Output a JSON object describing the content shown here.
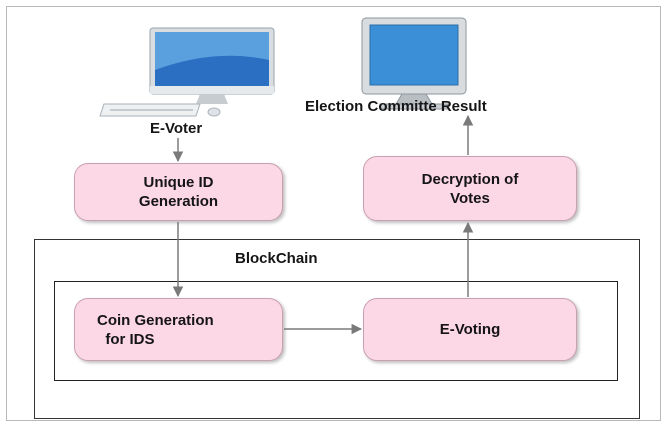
{
  "nodes": {
    "unique_id": "Unique ID\nGeneration",
    "decryption": "Decryption of\nVotes",
    "coin_generation": "Coin Generation\n  for IDS",
    "evoting": "E-Voting"
  },
  "labels": {
    "e_voter": "E-Voter",
    "election_result": "Election Committe Result",
    "blockchain": "BlockChain"
  },
  "icons": [
    "imac-computer-icon",
    "crt-monitor-icon"
  ],
  "colors": {
    "node_fill": "#fcd7e6",
    "arrow": "#7a7a7a",
    "screen_blue": "#3a8fd6"
  }
}
